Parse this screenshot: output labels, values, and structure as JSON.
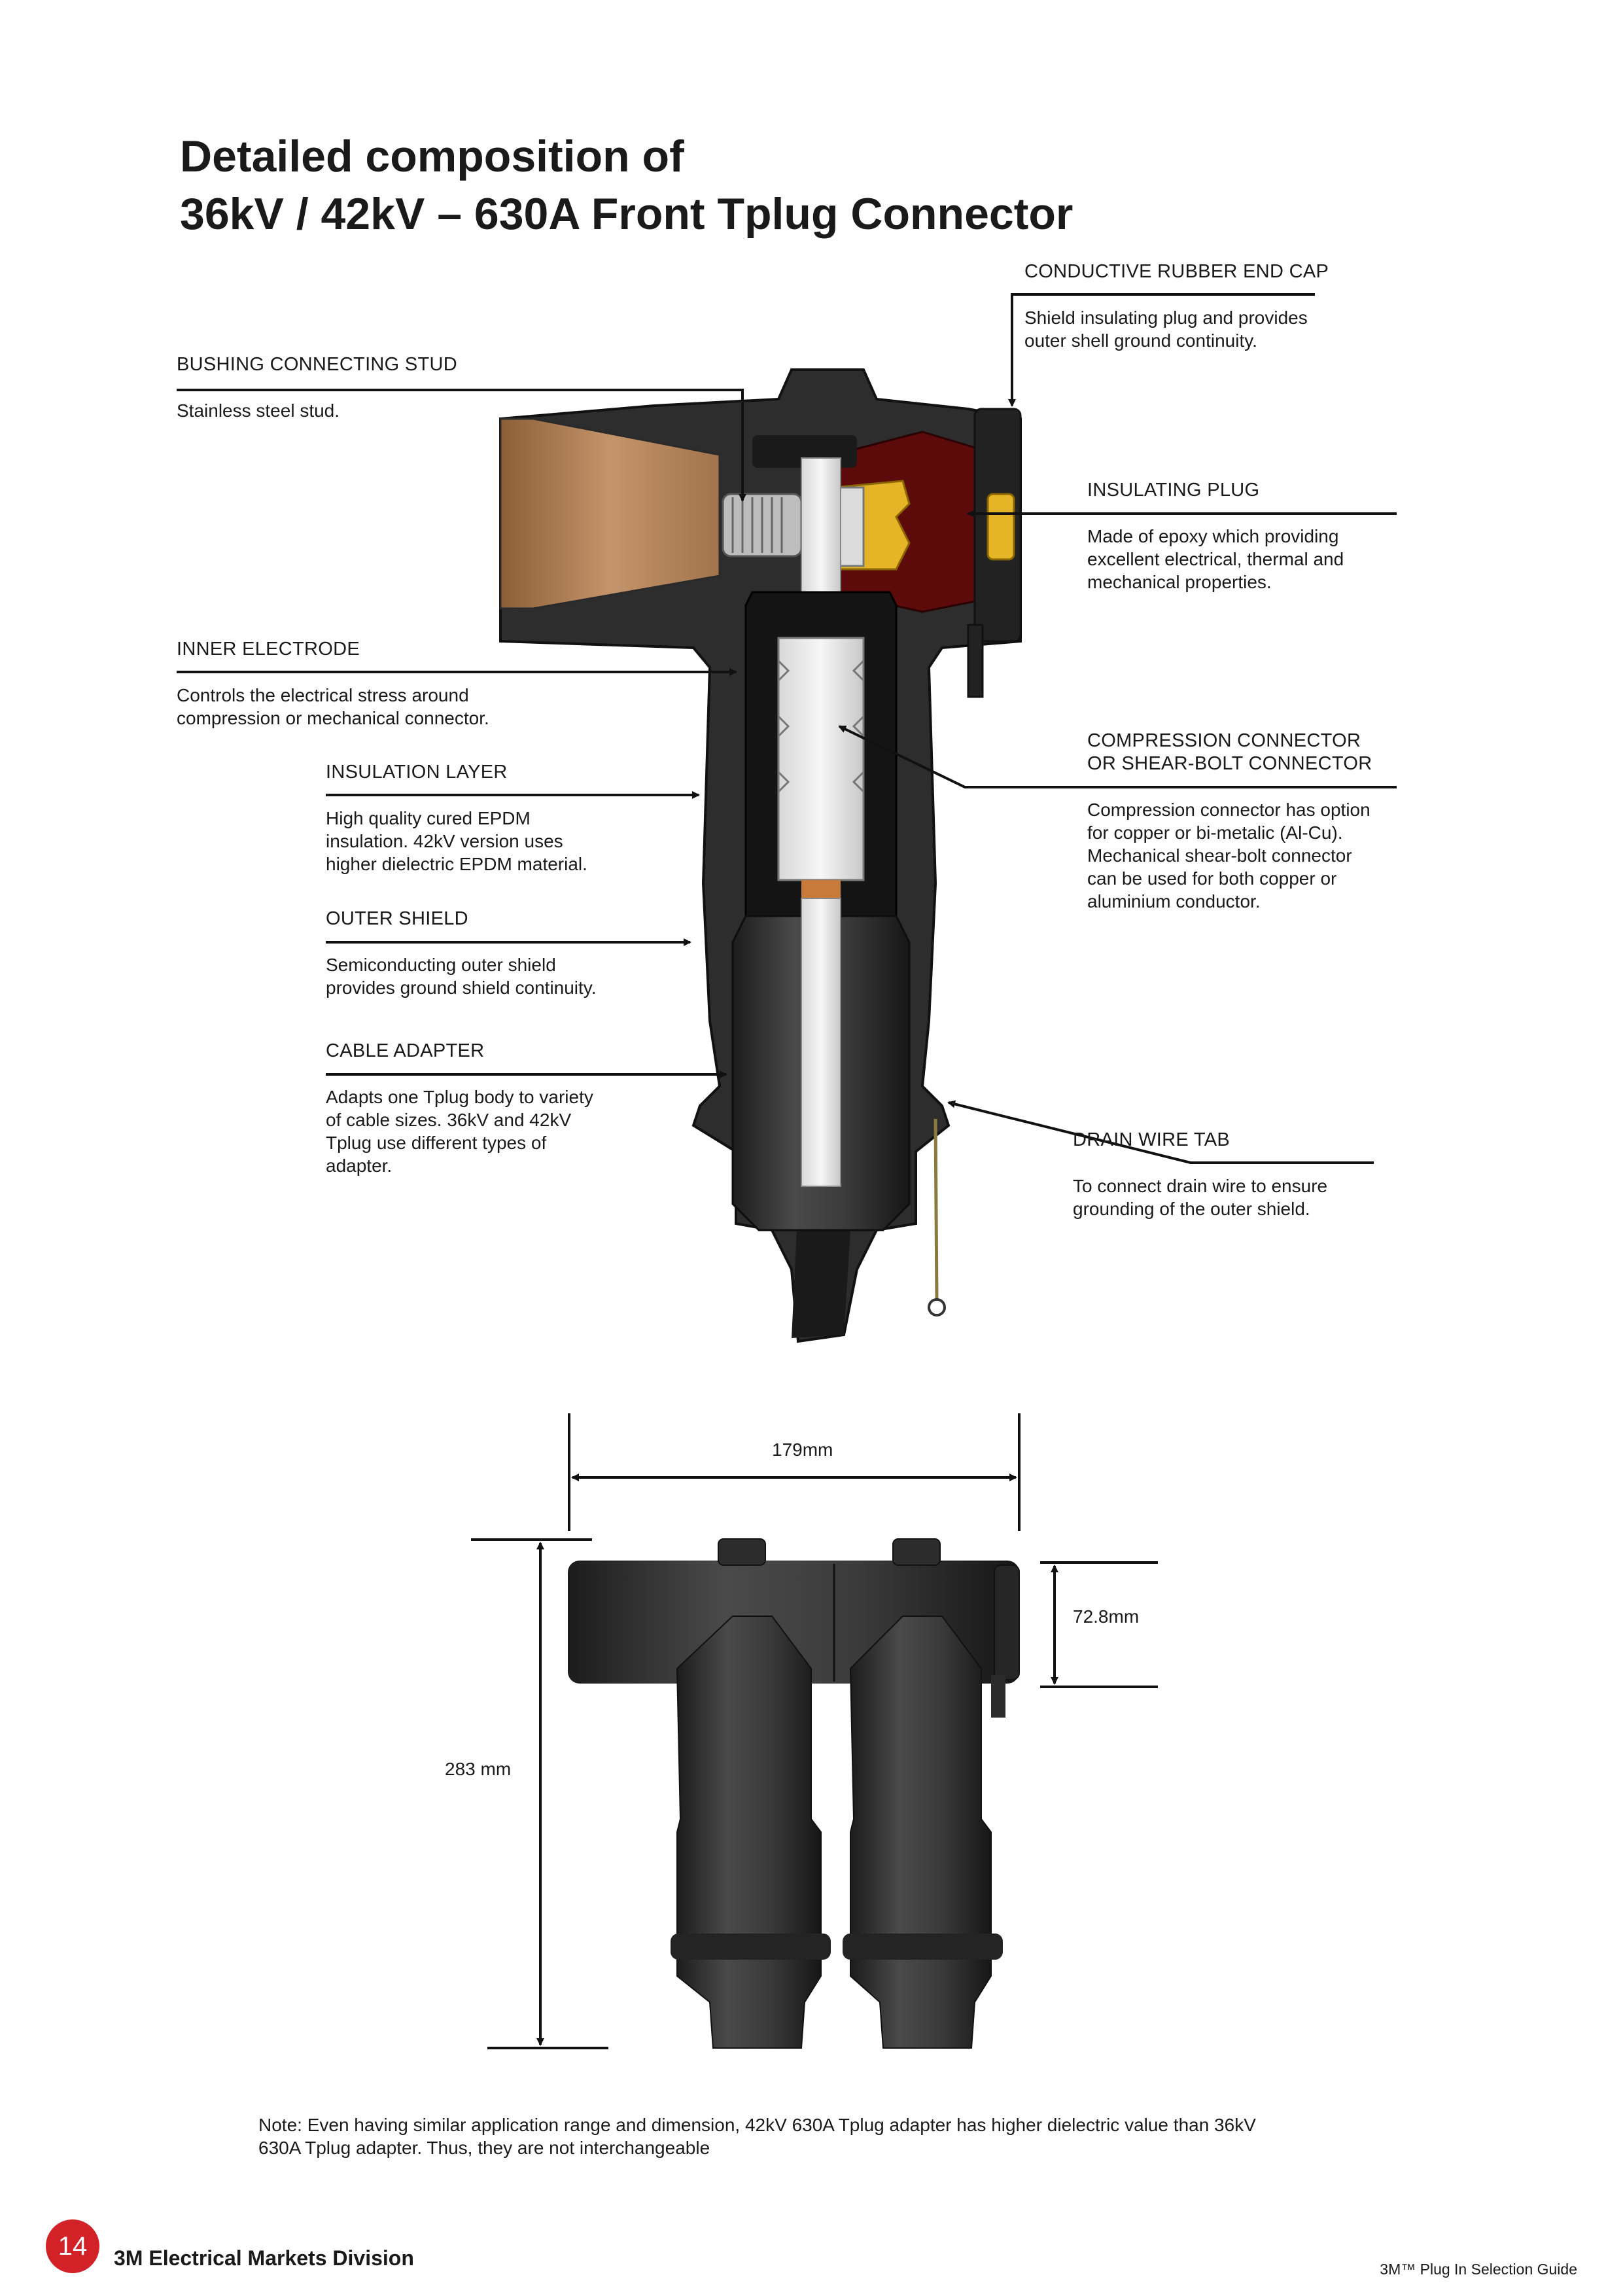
{
  "title": {
    "line1": "Detailed composition of",
    "line2": "36kV / 42kV – 630A Front Tplug Connector"
  },
  "callouts": {
    "conductive_end_cap": {
      "label": "CONDUCTIVE RUBBER END CAP",
      "desc1": "Shield insulating plug and provides",
      "desc2": "outer shell ground continuity."
    },
    "bushing_stud": {
      "label": "BUSHING CONNECTING STUD",
      "desc1": "Stainless steel stud."
    },
    "insulating_plug": {
      "label": "INSULATING PLUG",
      "desc1": "Made of epoxy which providing",
      "desc2": "excellent electrical, thermal and",
      "desc3": "mechanical properties."
    },
    "inner_electrode": {
      "label": "INNER ELECTRODE",
      "desc1": "Controls the electrical stress around",
      "desc2": "compression or mechanical connector."
    },
    "compression_connector": {
      "label1": "COMPRESSION CONNECTOR",
      "label2": "OR SHEAR-BOLT CONNECTOR",
      "desc1": "Compression connector has option",
      "desc2": "for copper or bi-metalic (Al-Cu).",
      "desc3": "Mechanical shear-bolt connector",
      "desc4": "can be used for both copper or",
      "desc5": "aluminium conductor."
    },
    "insulation_layer": {
      "label": "INSULATION LAYER",
      "desc1": "High quality cured EPDM",
      "desc2": "insulation. 42kV version uses",
      "desc3": "higher dielectric EPDM material."
    },
    "outer_shield": {
      "label": "OUTER SHIELD",
      "desc1": "Semiconducting outer shield",
      "desc2": "provides ground shield continuity."
    },
    "cable_adapter": {
      "label": "CABLE ADAPTER",
      "desc1": "Adapts one Tplug body to variety",
      "desc2": "of cable sizes. 36kV and 42kV",
      "desc3": "Tplug use different types of",
      "desc4": "adapter."
    },
    "drain_wire_tab": {
      "label": "DRAIN WIRE TAB",
      "desc1": "To connect drain wire to ensure",
      "desc2": "grounding of the outer shield."
    }
  },
  "dimensions": {
    "width": "179mm",
    "bushing_height": "72.8mm",
    "overall_height": "283 mm"
  },
  "note": {
    "line1": "Note: Even having similar application range and dimension, 42kV 630A Tplug adapter has higher dielectric value than 36kV",
    "line2": "630A Tplug adapter. Thus, they are not interchangeable"
  },
  "footer": {
    "page_number": "14",
    "division": "3M Electrical Markets Division",
    "guide": "3M™ Plug In Selection Guide"
  },
  "colors": {
    "brand_red": "#d32128",
    "body_dark": "#2b2b2b",
    "bushing_tan": "#b8865a",
    "insulating_plug": "#5c0a0a",
    "brass": "#e6b427"
  }
}
